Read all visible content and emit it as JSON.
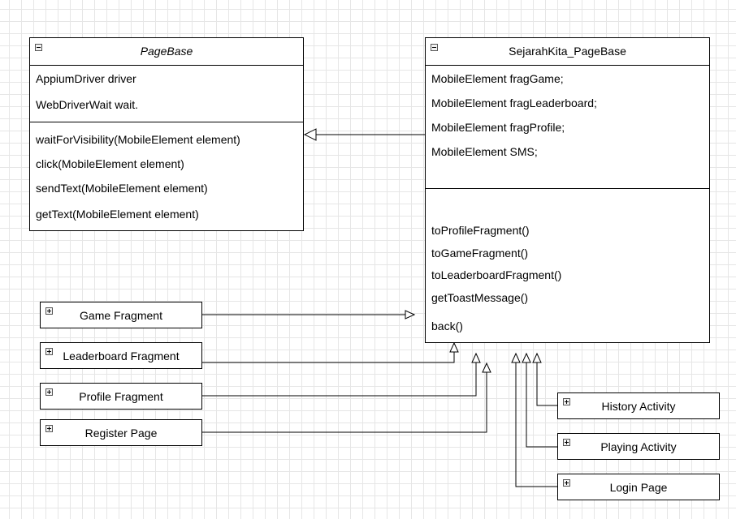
{
  "page_base": {
    "title": "PageBase",
    "attributes": [
      "AppiumDriver driver",
      "WebDriverWait wait."
    ],
    "methods": [
      "waitForVisibility(MobileElement element)",
      "click(MobileElement element)",
      "sendText(MobileElement element)",
      "getText(MobileElement element)"
    ]
  },
  "sejarah": {
    "title": "SejarahKita_PageBase",
    "attributes": [
      "MobileElement fragGame;",
      "MobileElement fragLeaderboard;",
      "MobileElement fragProfile;",
      "MobileElement SMS;"
    ],
    "methods": [
      "toProfileFragment()",
      "toGameFragment()",
      "toLeaderboardFragment()",
      "getToastMessage()",
      "back()"
    ]
  },
  "subclasses": {
    "game_fragment": "Game Fragment",
    "leaderboard_fragment": "Leaderboard Fragment",
    "profile_fragment": "Profile Fragment",
    "register_page": "Register Page",
    "history_activity": "History Activity",
    "playing_activity": "Playing Activity",
    "login_page": "Login Page"
  }
}
